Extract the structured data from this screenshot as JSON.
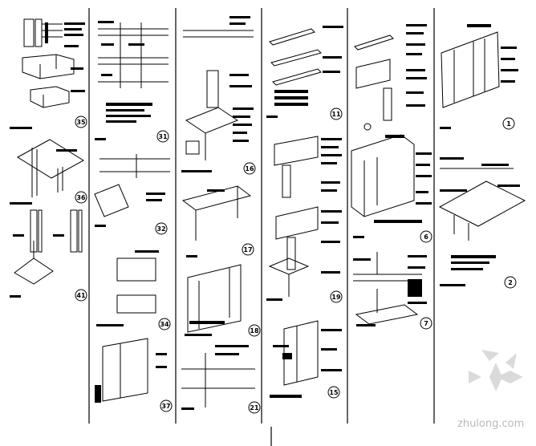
{
  "sheet": {
    "detail_numbers": [
      "35",
      "31",
      "16",
      "11",
      "1",
      "36",
      "32",
      "17",
      "6",
      "41",
      "2",
      "34",
      "18",
      "19",
      "7",
      "37",
      "21",
      "15"
    ],
    "watermark": "zhulong.com"
  }
}
